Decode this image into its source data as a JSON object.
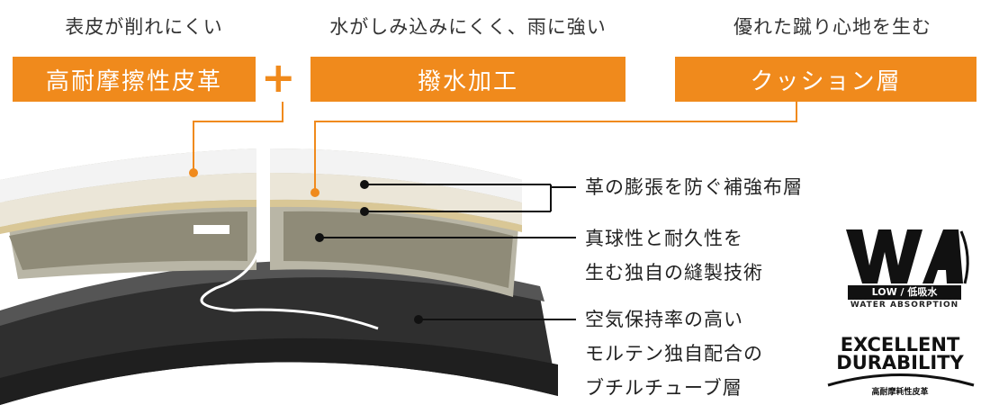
{
  "captions": {
    "c1": "表皮が削れにくい",
    "c2": "水がしみ込みにくく、雨に強い",
    "c3": "優れた蹴り心地を生む"
  },
  "tags": {
    "t1": "高耐摩擦性皮革",
    "t2": "撥水加工",
    "t3": "クッション層"
  },
  "plus": "+",
  "labels": {
    "l1": "革の膨張を防ぐ補強布層",
    "l2a": "真球性と耐久性を",
    "l2b": "生む独自の縫製技術",
    "l3a": "空気保持率の高い",
    "l3b": "モルテン独自配合の",
    "l3c": "ブチルチューブ層"
  },
  "wa_logo": {
    "mark": "WA",
    "sub": "LOW / 低吸水",
    "caption": "WATER ABSORPTION"
  },
  "ed_logo": {
    "line1": "EXCELLENT",
    "line2": "DURABILITY",
    "sub": "高耐摩耗性皮革"
  },
  "colors": {
    "accent": "#f08a1c",
    "leather": "#f2f2f2",
    "foam": "#ece7db",
    "tan": "#d9c796",
    "fabric": "#8f8b78",
    "rubber": "#3a3a3a"
  }
}
